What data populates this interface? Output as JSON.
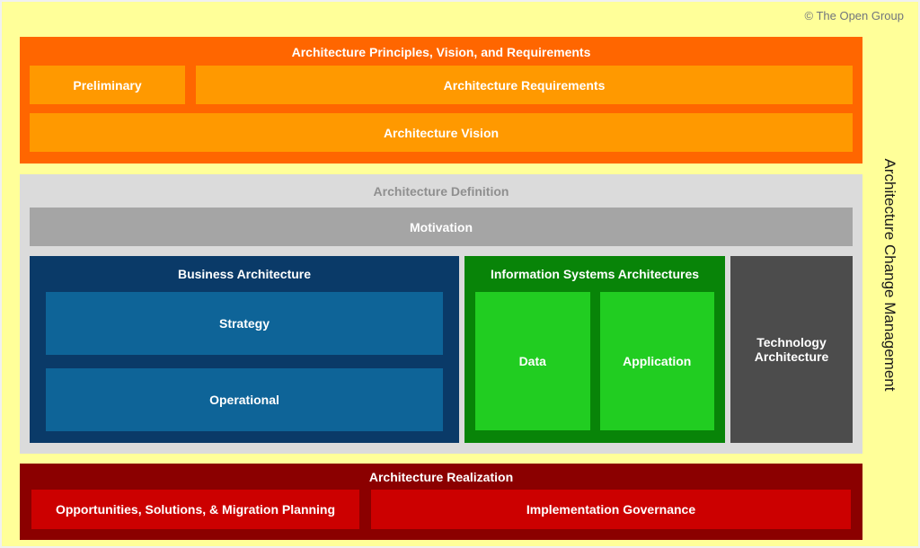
{
  "page": {
    "copyright": "© The Open Group",
    "side_label": "Architecture Change Management"
  },
  "colors": {
    "page_background": "#FFFF99",
    "principles_outer": "#FF6600",
    "principles_inner": "#FF9900",
    "definition_background": "#DBDBDB",
    "definition_title_text": "#8F8F8F",
    "motivation_bar": "#A5A5A5",
    "business_outer": "#0A3A68",
    "business_inner": "#0E6498",
    "information_outer": "#088408",
    "information_inner": "#21CD21",
    "technology": "#4C4C4C",
    "realization_outer": "#8B0000",
    "realization_inner": "#CC0000",
    "label_text": "#FFFFFF"
  },
  "sections": {
    "principles": {
      "title": "Architecture Principles, Vision, and Requirements",
      "preliminary": "Preliminary",
      "requirements": "Architecture Requirements",
      "vision": "Architecture Vision"
    },
    "definition": {
      "title": "Architecture Definition",
      "motivation": "Motivation",
      "business": {
        "title": "Business Architecture",
        "strategy": "Strategy",
        "operational": "Operational"
      },
      "information_systems": {
        "title": "Information Systems Architectures",
        "data": "Data",
        "application": "Application"
      },
      "technology": {
        "title": "Technology Architecture"
      }
    },
    "realization": {
      "title": "Architecture Realization",
      "opportunities": "Opportunities, Solutions, & Migration Planning",
      "governance": "Implementation Governance"
    }
  }
}
